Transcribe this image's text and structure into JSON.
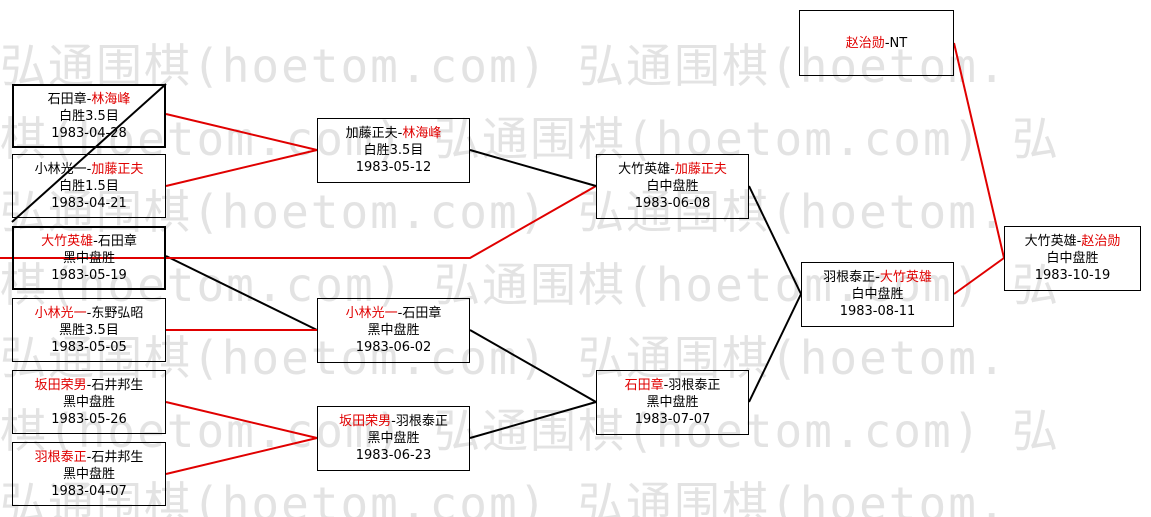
{
  "watermark": {
    "text": "弘通围棋(hoetom.com)",
    "lines": [
      "弘通围棋(hoetom.com) 弘通围棋(hoetom.",
      "棋(hoetom.com) 弘通围棋(hoetom.com) 弘",
      "弘通围棋(hoetom.com) 弘通围棋(hoetom.",
      "棋(hoetom.com) 弘通围棋(hoetom.com) 弘",
      "弘通围棋(hoetom.com) 弘通围棋(hoetom.",
      "棋(hoetom.com) 弘通围棋(hoetom.com) 弘",
      "弘通围棋(hoetom.com) 弘通围棋(hoetom."
    ]
  },
  "colors": {
    "winner": "#e00000",
    "normal": "#000000"
  },
  "nodes": {
    "r1_1": {
      "p1": "石田章",
      "p2": "林海峰",
      "red": 2,
      "result": "白胜3.5目",
      "date": "1983-04-28"
    },
    "r1_2": {
      "p1": "小林光一",
      "p2": "加藤正夫",
      "red": 2,
      "result": "白胜1.5目",
      "date": "1983-04-21"
    },
    "r1_3": {
      "p1": "大竹英雄",
      "p2": "石田章",
      "red": 1,
      "result": "黑中盘胜",
      "date": "1983-05-19"
    },
    "r1_4": {
      "p1": "小林光一",
      "p2": "东野弘昭",
      "red": 1,
      "result": "黑胜3.5目",
      "date": "1983-05-05"
    },
    "r1_5": {
      "p1": "坂田荣男",
      "p2": "石井邦生",
      "red": 1,
      "result": "黑中盘胜",
      "date": "1983-05-26"
    },
    "r1_6": {
      "p1": "羽根泰正",
      "p2": "石井邦生",
      "red": 1,
      "result": "黑中盘胜",
      "date": "1983-04-07"
    },
    "r2_1": {
      "p1": "加藤正夫",
      "p2": "林海峰",
      "red": 2,
      "result": "白胜3.5目",
      "date": "1983-05-12"
    },
    "r2_2": {
      "p1": "小林光一",
      "p2": "石田章",
      "red": 1,
      "result": "黑中盘胜",
      "date": "1983-06-02"
    },
    "r2_3": {
      "p1": "坂田荣男",
      "p2": "羽根泰正",
      "red": 1,
      "result": "黑中盘胜",
      "date": "1983-06-23"
    },
    "r3_1": {
      "p1": "大竹英雄",
      "p2": "加藤正夫",
      "red": 2,
      "result": "白中盘胜",
      "date": "1983-06-08"
    },
    "r3_2": {
      "p1": "石田章",
      "p2": "羽根泰正",
      "red": 1,
      "result": "黑中盘胜",
      "date": "1983-07-07"
    },
    "r4_1": {
      "p1": "羽根泰正",
      "p2": "大竹英雄",
      "red": 2,
      "result": "白中盘胜",
      "date": "1983-08-11"
    },
    "champ": {
      "p1": "赵治勋",
      "p2": "NT",
      "red": 1,
      "result": "",
      "date": ""
    },
    "final": {
      "p1": "大竹英雄",
      "p2": "赵治勋",
      "red": 2,
      "result": "白中盘胜",
      "date": "1983-10-19"
    }
  }
}
